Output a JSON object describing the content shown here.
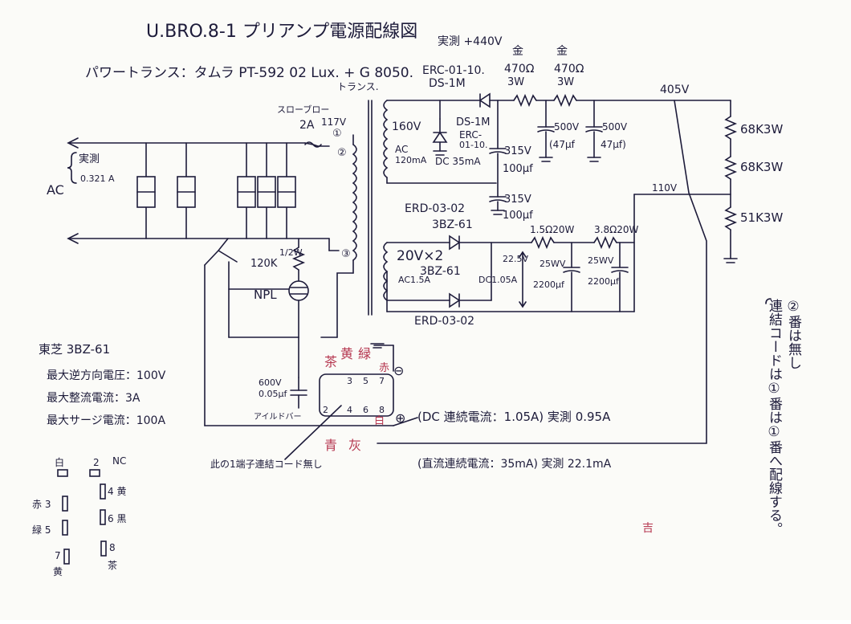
{
  "title": "U.BRO.8-1 プリアンプ電源配線図",
  "subtitle_transformer": "パワートランス：タムラ PT-592 02 Lux. + G 8050.",
  "subtitle_transformer_note": "トランス.",
  "measured_440v": "実測 +440V",
  "erc_label": "ERC-01-10.",
  "ds1m_top": "DS-1M",
  "ds1m_side": "DS-1M",
  "erc_side": "ERC-",
  "erc_side2": "01-10.",
  "dc35": "DC 35mA",
  "slow_blow": "スローブロー",
  "fuse_rating": "2A",
  "v117": "117V",
  "ac_left": "AC",
  "measured_current_label": "実測",
  "measured_current_value": "0.321 A",
  "v160": "160V",
  "ac120_a": "AC",
  "ac120_b": "120mA",
  "terminal_1": "①",
  "terminal_2": "②",
  "terminal_3": "③",
  "kin1": "金",
  "kin2": "金",
  "r470_1": "470Ω",
  "r470_1_w": "3W",
  "r470_2": "470Ω",
  "r470_2_w": "3W",
  "c500_1": "500V",
  "c500_1_val": "(47μf",
  "c500_2": "500V",
  "c500_2_val": "47μf)",
  "c315_1": "315V",
  "c315_1_val": "100μf",
  "v405": "405V",
  "r68k_1": "68K3W",
  "r68k_2": "68K3W",
  "r51k": "51K3W",
  "v110": "110V",
  "erd_top": "ERD-03-02",
  "bz61_top": "3BZ-61",
  "c315_2": "315V",
  "c315_2_val": "100μf",
  "v20x2": "20V×2",
  "bz61_mid": "3BZ-61",
  "ac15a": "AC1.5A",
  "dc105": "DC1.05A",
  "v225": "22.5V",
  "r15": "1.5Ω20W",
  "r38": "3.8Ω20W",
  "c25_1": "25WV",
  "c25_1_val": "2200μf",
  "c25_2": "25WV",
  "c25_2_val": "2200μf",
  "erd_bottom": "ERD-03-02",
  "r120k": "120K",
  "r120k_w": "1/2W",
  "npl": "NPL",
  "toko_title": "東芝 3BZ-61",
  "toko_line1": "最大逆方向電圧：100V",
  "toko_line2": "最大整流電流：3A",
  "toko_line3": "最大サージ電流：100A",
  "cap600": "600V",
  "cap600_val": "0.05μf",
  "cap_note": "アイルドバー",
  "conn_tea": "茶",
  "conn_yellow": "黄",
  "conn_green": "緑",
  "conn_red": "赤",
  "conn_white": "白",
  "conn_blue": "青",
  "conn_gray": "灰",
  "conn_minus": "⊖",
  "conn_plus": "⊕",
  "pin3": "3",
  "pin5": "5",
  "pin7": "7",
  "pin2": "2",
  "pin4": "4",
  "pin6": "6",
  "pin8": "8",
  "dc_continuous": "(DC 連続電流：1.05A) 実測 0.95A",
  "dc_direct": "(直流連続電流：35mA) 実測 22.1mA",
  "conn_note": "此の1端子連結コード無し",
  "side_note_1": "②番は無し",
  "side_note_2": "連結コードは①番は①番へ配線する。",
  "pin_legend_1": "白",
  "pin_legend_2": "2",
  "pin_legend_nc": "NC",
  "pin_legend_a3": "赤 3",
  "pin_legend_4": "4 黄",
  "pin_legend_g5": "緑 5",
  "pin_legend_6": "6 黒",
  "pin_legend_7": "7",
  "pin_legend_8": "8",
  "pin_legend_ki": "黄",
  "pin_legend_cha": "茶",
  "stray_mark": "吉",
  "colors": {
    "ink": "#1d1b3a",
    "red": "#b5364f",
    "paper": "#fbfbf8"
  }
}
